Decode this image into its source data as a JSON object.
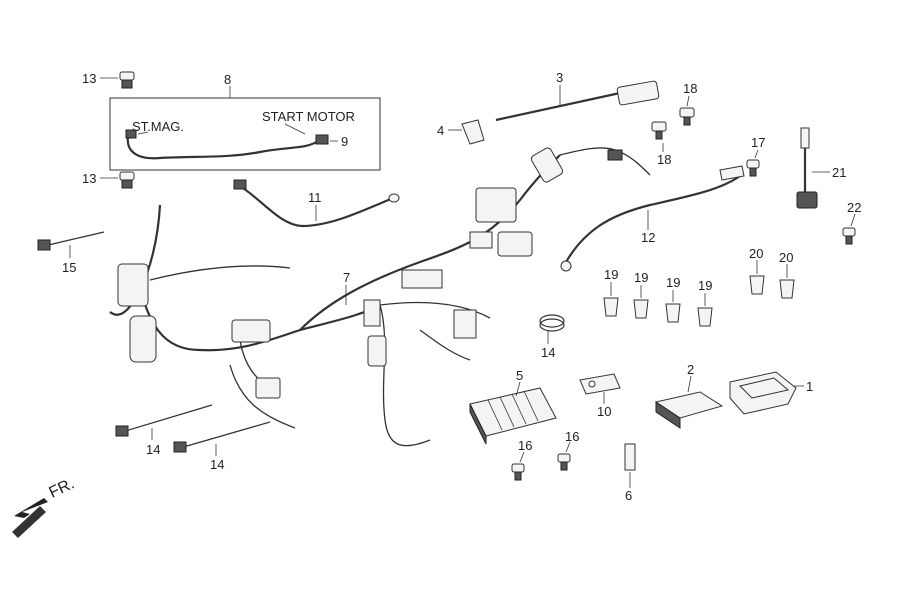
{
  "labels": {
    "n1": "1",
    "n2": "2",
    "n3": "3",
    "n4": "4",
    "n5": "5",
    "n6": "6",
    "n7": "7",
    "n8": "8",
    "n9": "9",
    "n10": "10",
    "n11": "11",
    "n12": "12",
    "n13a": "13",
    "n13b": "13",
    "n14a": "14",
    "n14b": "14",
    "n14c": "14",
    "n15": "15",
    "n16a": "16",
    "n16b": "16",
    "n17": "17",
    "n18a": "18",
    "n18b": "18",
    "n19a": "19",
    "n19b": "19",
    "n19c": "19",
    "n19d": "19",
    "n20a": "20",
    "n20b": "20",
    "n21": "21",
    "n22": "22"
  },
  "captions": {
    "st_mag": "ST.MAG.",
    "start_motor": "START MOTOR",
    "front": "FR."
  }
}
